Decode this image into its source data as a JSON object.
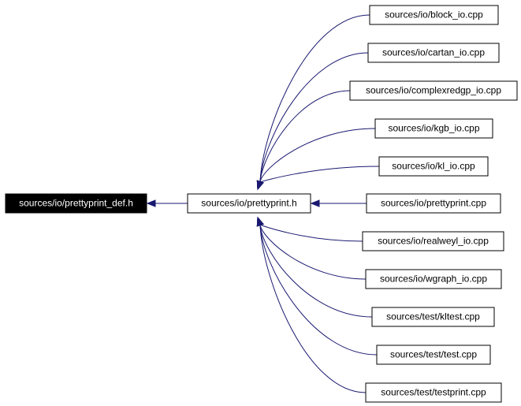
{
  "graph": {
    "root": "sources/io/prettyprint_def.h",
    "hub": "sources/io/prettyprint.h",
    "includers": [
      "sources/io/block_io.cpp",
      "sources/io/cartan_io.cpp",
      "sources/io/complexredgp_io.cpp",
      "sources/io/kgb_io.cpp",
      "sources/io/kl_io.cpp",
      "sources/io/prettyprint.cpp",
      "sources/io/realweyl_io.cpp",
      "sources/io/wgraph_io.cpp",
      "sources/test/kltest.cpp",
      "sources/test/test.cpp",
      "sources/test/testprint.cpp"
    ]
  },
  "colors": {
    "edge": "#191970",
    "root_fill": "#000000",
    "root_text": "#ffffff",
    "node_fill": "#ffffff",
    "node_border": "#000000"
  }
}
